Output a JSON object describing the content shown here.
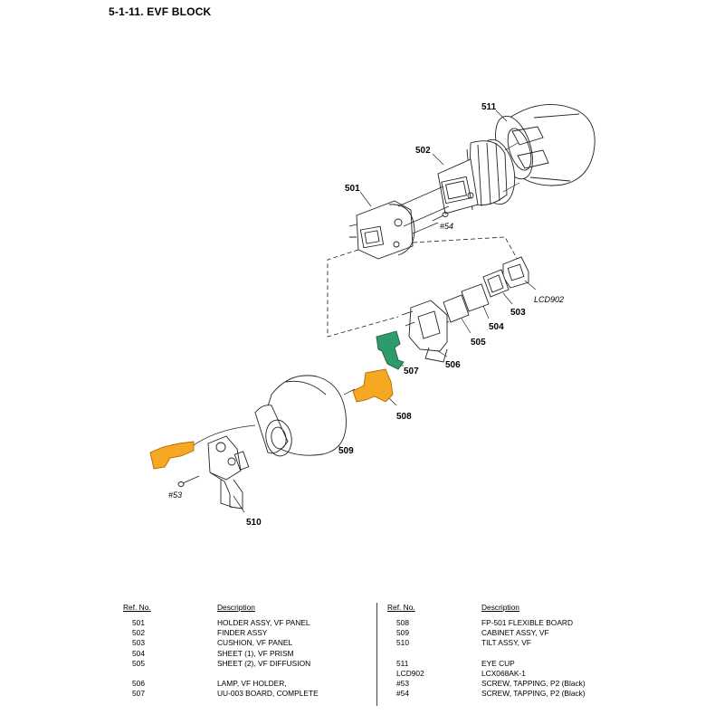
{
  "title": "5-1-11. EVF  BLOCK",
  "diagram": {
    "labels": {
      "p501": "501",
      "p502": "502",
      "p503": "503",
      "p504": "504",
      "p505": "505",
      "p506": "506",
      "p507": "507",
      "p508": "508",
      "p509": "509",
      "p510": "510",
      "p511": "511",
      "lcd902": "LCD902",
      "s53": "#53",
      "s54": "#54"
    },
    "colors": {
      "highlight_orange": "#f7a823",
      "highlight_green": "#2e9c6a",
      "line": "#222222"
    }
  },
  "parts_table": {
    "headers": {
      "ref": "Ref. No.",
      "desc": "Description"
    },
    "left": [
      {
        "ref": "501",
        "desc": "HOLDER ASSY, VF PANEL"
      },
      {
        "ref": "502",
        "desc": "FINDER ASSY"
      },
      {
        "ref": "503",
        "desc": "CUSHION, VF PANEL"
      },
      {
        "ref": "504",
        "desc": "SHEET (1), VF PRISM"
      },
      {
        "ref": "505",
        "desc": "SHEET (2), VF DIFFUSION"
      },
      {
        "ref": "",
        "desc": ""
      },
      {
        "ref": "506",
        "desc": "LAMP, VF HOLDER,"
      },
      {
        "ref": "507",
        "desc": "UU-003 BOARD, COMPLETE"
      }
    ],
    "right": [
      {
        "ref": "508",
        "desc": "FP-501 FLEXIBLE BOARD"
      },
      {
        "ref": "509",
        "desc": "CABINET ASSY, VF"
      },
      {
        "ref": "510",
        "desc": "TILT ASSY, VF"
      },
      {
        "ref": "",
        "desc": ""
      },
      {
        "ref": "511",
        "desc": "EYE CUP"
      },
      {
        "ref": "LCD902",
        "desc": "LCX068AK-1"
      },
      {
        "ref": "#53",
        "desc": "SCREW, TAPPING, P2 (Black)"
      },
      {
        "ref": "#54",
        "desc": "SCREW, TAPPING, P2 (Black)"
      }
    ]
  }
}
